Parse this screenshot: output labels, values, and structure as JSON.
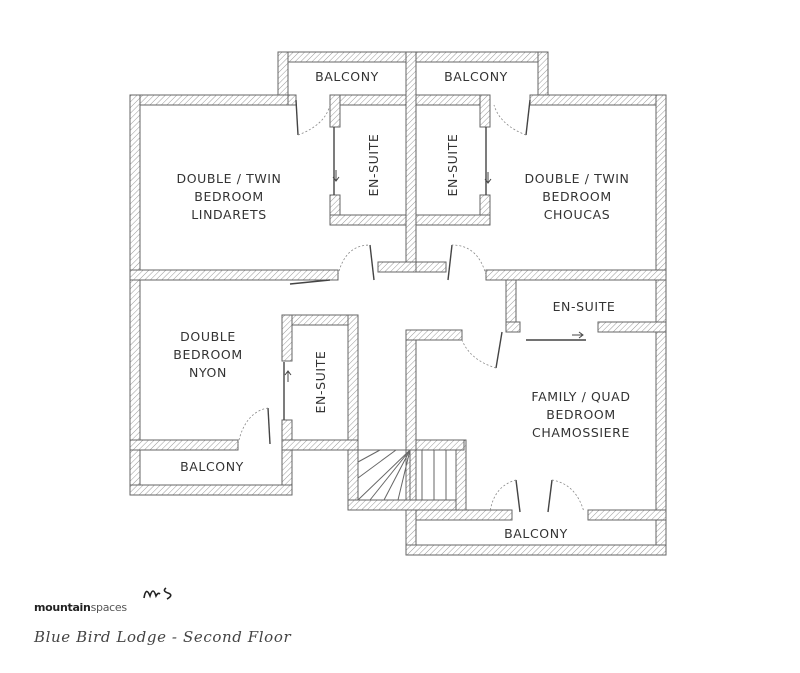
{
  "rooms": {
    "balcony_top_left": "BALCONY",
    "balcony_top_right": "BALCONY",
    "lindarets": [
      "DOUBLE / TWIN",
      "BEDROOM",
      "LINDARETS"
    ],
    "ensuite_1": "EN-SUITE",
    "ensuite_2": "EN-SUITE",
    "choucas": [
      "DOUBLE / TWIN",
      "BEDROOM",
      "CHOUCAS"
    ],
    "nyon": [
      "DOUBLE",
      "BEDROOM",
      "NYON"
    ],
    "ensuite_nyon": "EN-SUITE",
    "ensuite_right": "EN-SUITE",
    "chamossiere": [
      "FAMILY / QUAD",
      "BEDROOM",
      "CHAMOSSIERE"
    ],
    "balcony_left": "BALCONY",
    "balcony_bottom": "BALCONY"
  },
  "logo": {
    "brand_bold": "mountain",
    "brand_light": "spaces"
  },
  "caption": "Blue Bird Lodge - Second Floor",
  "colors": {
    "wall_stroke": "#666666",
    "hatch": "#999999",
    "background": "#ffffff"
  }
}
